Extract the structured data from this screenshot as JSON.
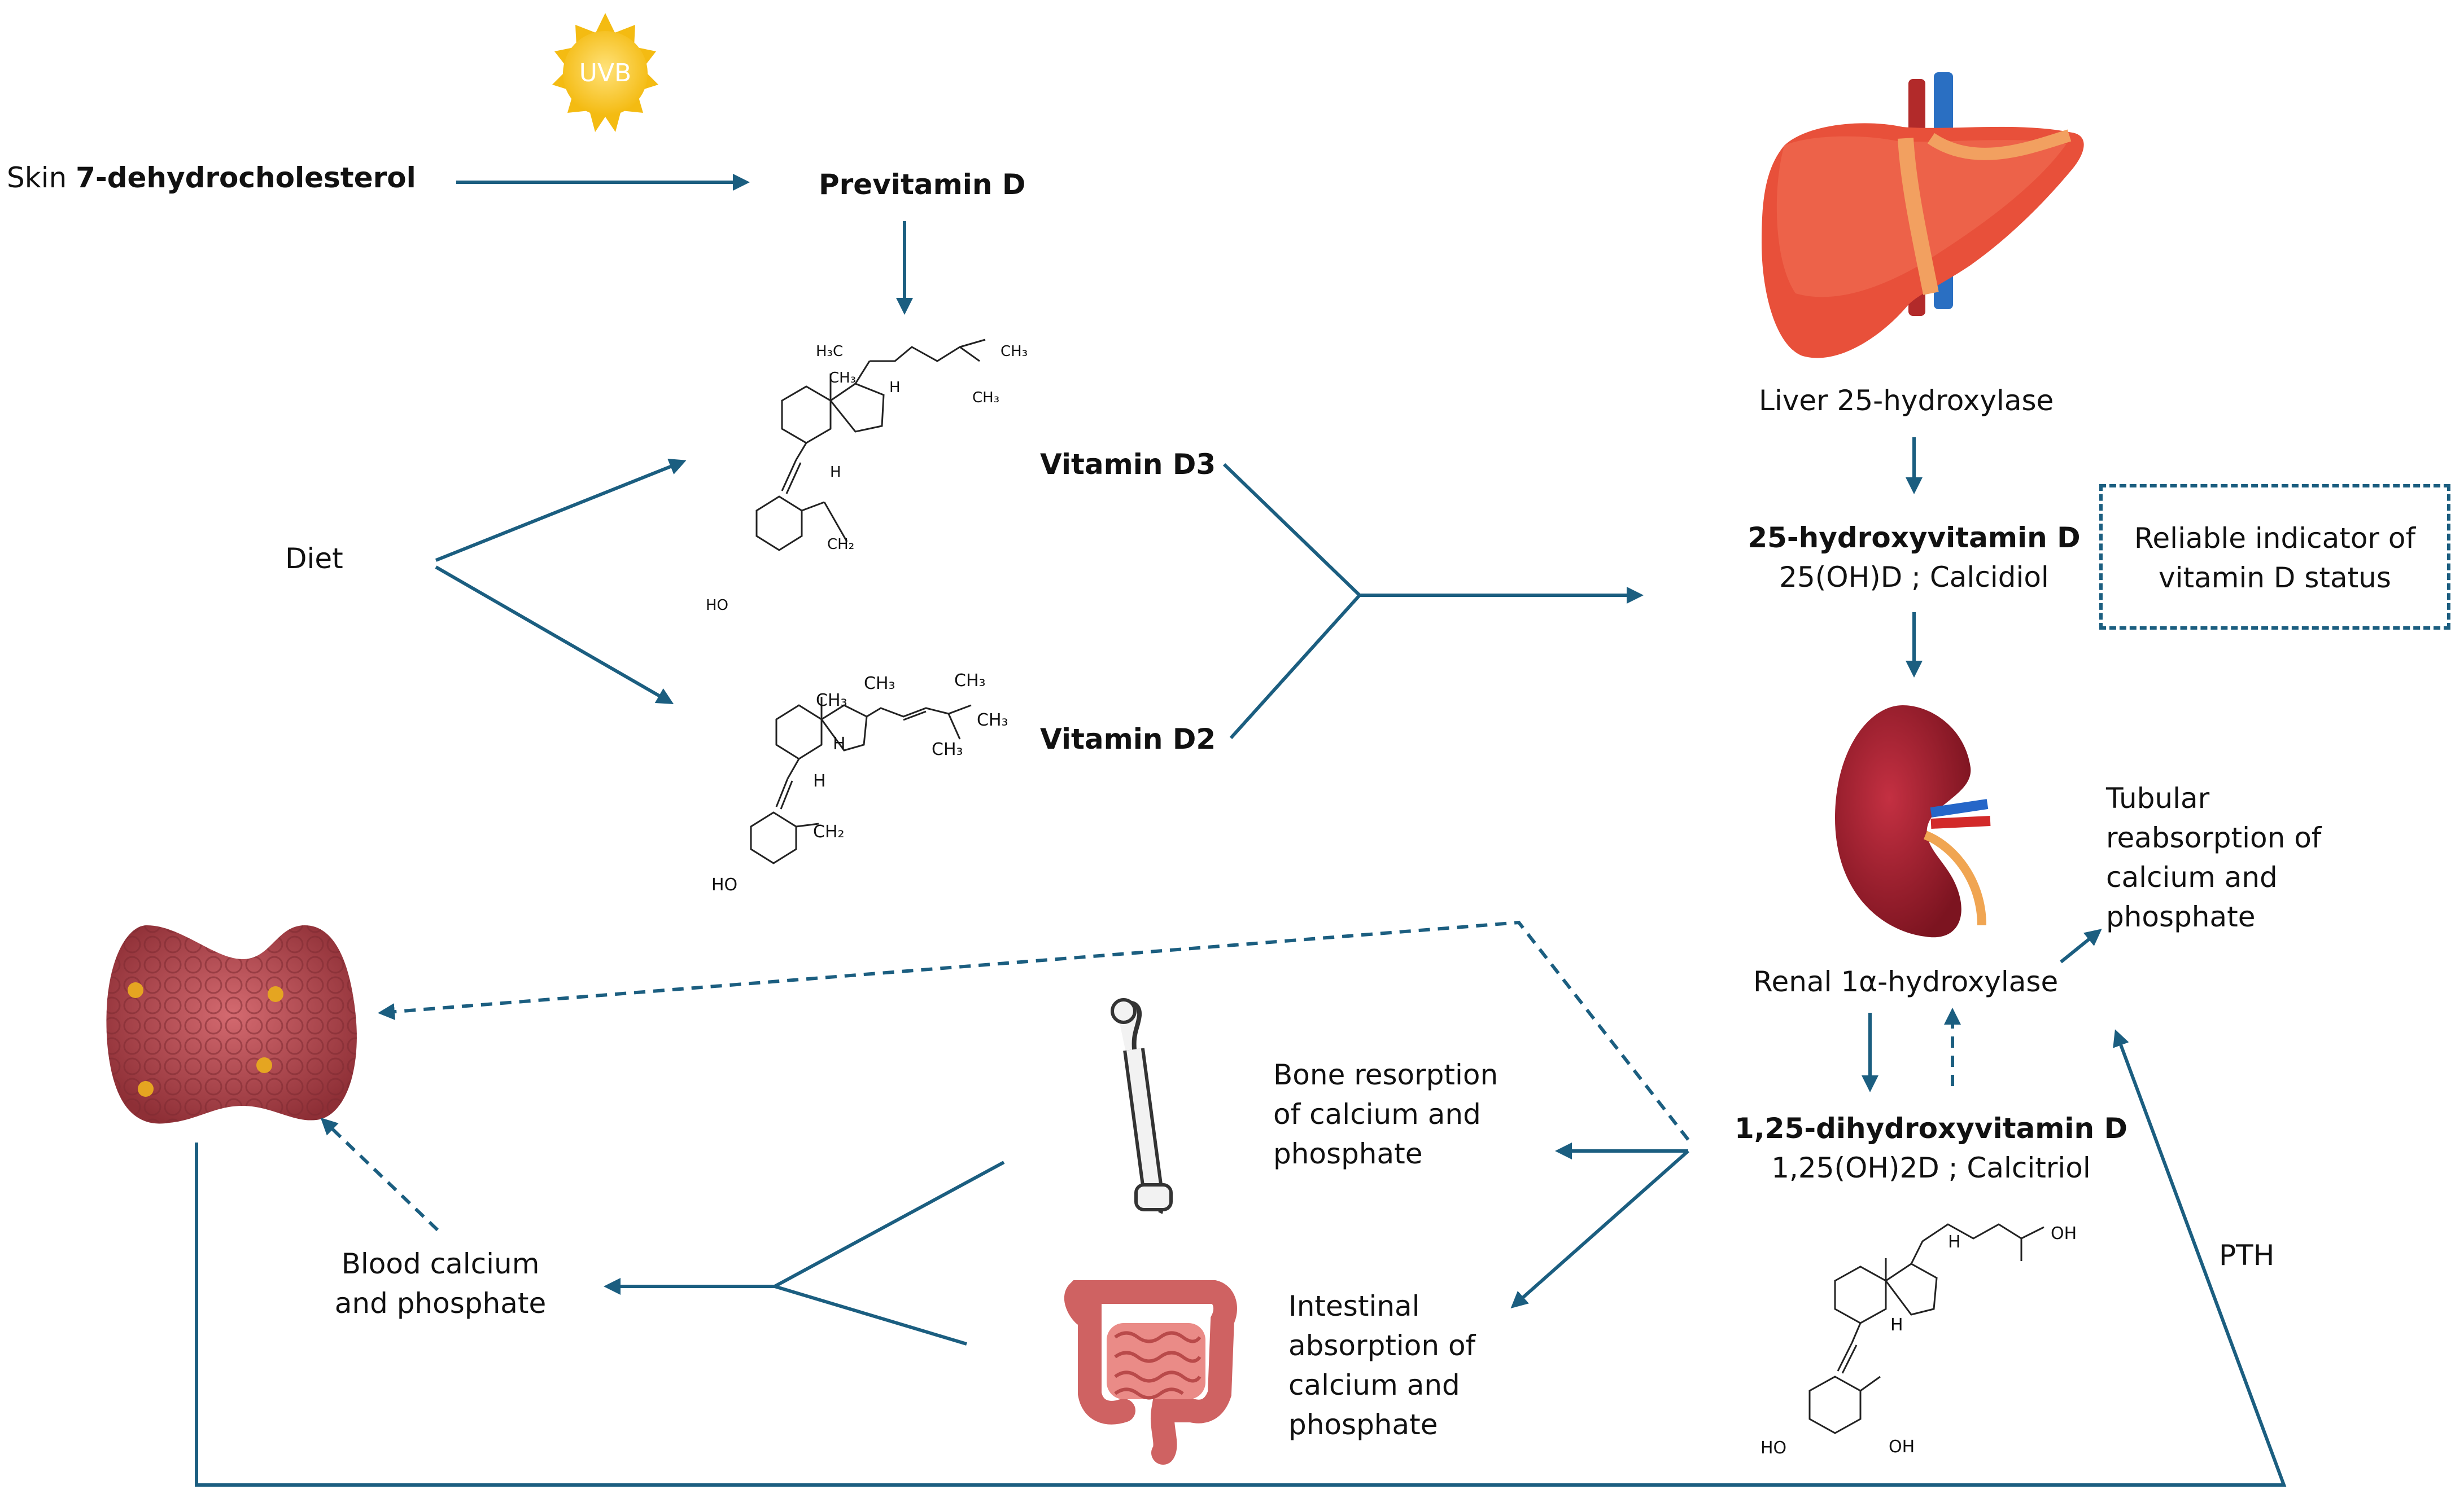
{
  "colors": {
    "arrow": "#1b5e80",
    "liver": "#e8503a",
    "kidney": "#9b1b2a",
    "thyroid": "#b8484f",
    "sun": "#f5c518",
    "bone": "#f2f2f2",
    "intestine": "#e87a78"
  },
  "icons": {
    "sun": "sun-icon",
    "liver": "liver-icon",
    "kidney": "kidney-icon",
    "thyroid": "thyroid-parathyroid-icon",
    "bone": "femur-bone-icon",
    "intestine": "intestine-icon"
  },
  "sun_label": "UVB",
  "skin": {
    "prefix": "Skin ",
    "compound": "7-dehydrocholesterol"
  },
  "previtamin_d": "Previtamin D",
  "diet": "Diet",
  "vitamin_d3": "Vitamin D3",
  "vitamin_d2": "Vitamin D2",
  "liver_label": "Liver 25-hydroxylase",
  "calcidiol": {
    "name": "25-hydroxyvitamin D",
    "abbr": "25(OH)D ; Calcidiol"
  },
  "indicator": "Reliable indicator of vitamin D status",
  "renal_label": "Renal 1α-hydroxylase",
  "tubular": "Tubular reabsorption of calcium and phosphate",
  "calcitriol": {
    "name": "1,25-dihydroxyvitamin D",
    "abbr": "1,25(OH)2D ; Calcitriol"
  },
  "bone_resorption": "Bone resorption of calcium and phosphate",
  "intestinal": "Intestinal absorption of calcium and phosphate",
  "blood": "Blood calcium and phosphate",
  "pth": "PTH",
  "chem": {
    "d3": {
      "h3c": "H₃C",
      "ch3_a": "CH₃",
      "ch3_b": "CH₃",
      "ch3_c": "CH₃",
      "h_a": "H",
      "h_b": "H",
      "ch2": "CH₂",
      "ho": "HO"
    },
    "d2": {
      "ch3_a": "CH₃",
      "ch3_b": "CH₃",
      "ch3_c": "CH₃",
      "ch3_d": "CH₃",
      "ch3_e": "CH₃",
      "h_a": "H",
      "h_b": "H",
      "ch2": "CH₂",
      "ho": "HO"
    },
    "d125": {
      "oh_a": "OH",
      "oh_b": "OH",
      "h_a": "H",
      "h_b": "H",
      "ho": "HO"
    }
  }
}
